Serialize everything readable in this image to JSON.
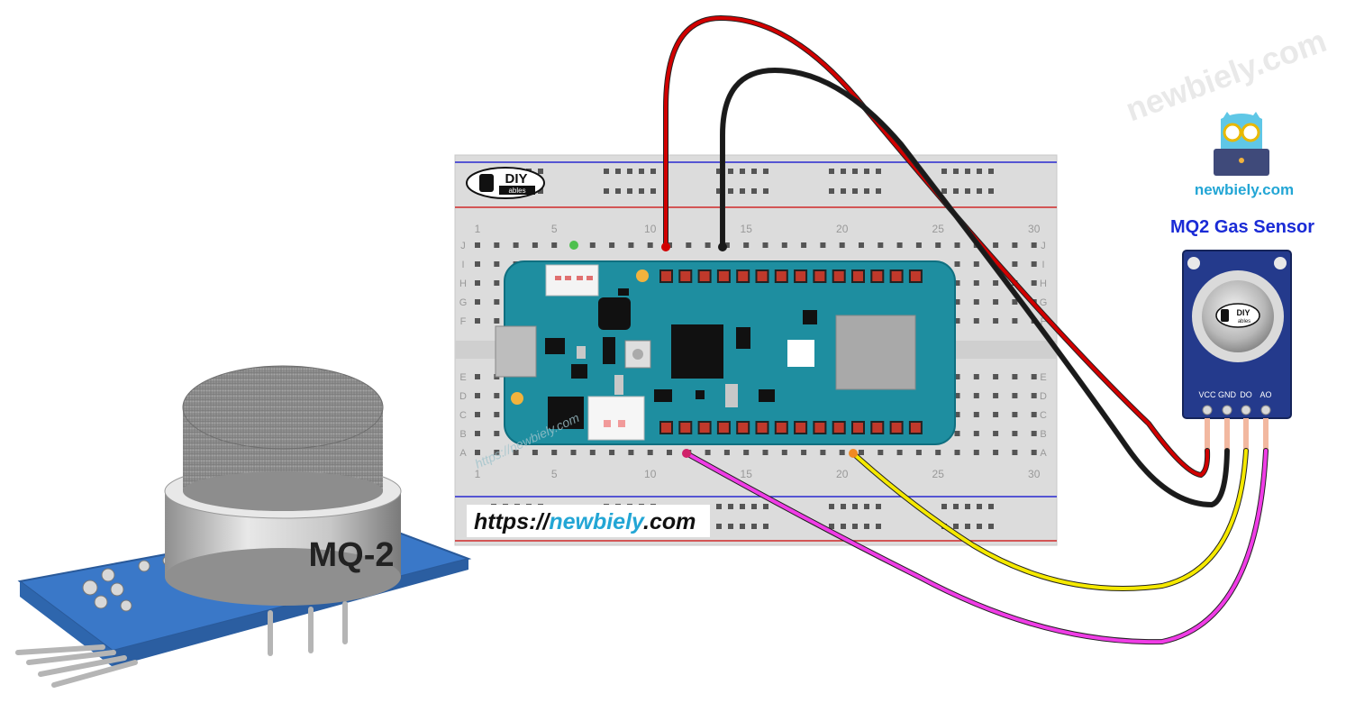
{
  "watermark": "newbiely.com",
  "brand": {
    "site_label": "newbiely.com",
    "url_prefix": "https://",
    "url_domain": "newbiely",
    "url_suffix": ".com",
    "url_diag": "https://newbiely.com",
    "diy_top": "DIY",
    "diy_bottom": "ables"
  },
  "sensor_module": {
    "title": "MQ2 Gas Sensor",
    "pins": [
      "VCC",
      "GND",
      "DO",
      "AO"
    ],
    "logo_top": "DIY",
    "logo_bottom": "ables"
  },
  "sensor_photo": {
    "label": "MQ-2"
  },
  "breadboard": {
    "top_numbers": [
      "1",
      "5",
      "10",
      "15",
      "20",
      "25",
      "30"
    ],
    "bottom_numbers": [
      "1",
      "5",
      "10",
      "15",
      "20",
      "25",
      "30"
    ],
    "rows_top": [
      "J",
      "I",
      "H",
      "G",
      "F"
    ],
    "rows_bottom": [
      "E",
      "D",
      "C",
      "B",
      "A"
    ]
  },
  "wires": [
    {
      "name": "vcc-wire",
      "color": "#d10000"
    },
    {
      "name": "gnd-wire",
      "color": "#1a1a1a"
    },
    {
      "name": "do-wire",
      "color": "#f5e900"
    },
    {
      "name": "ao-wire",
      "color": "#f03ce6"
    }
  ],
  "colors": {
    "board": "#1e8ea0",
    "title": "#1a2bd6",
    "accent": "#23a6d5",
    "module_blue": "#243a8c"
  }
}
